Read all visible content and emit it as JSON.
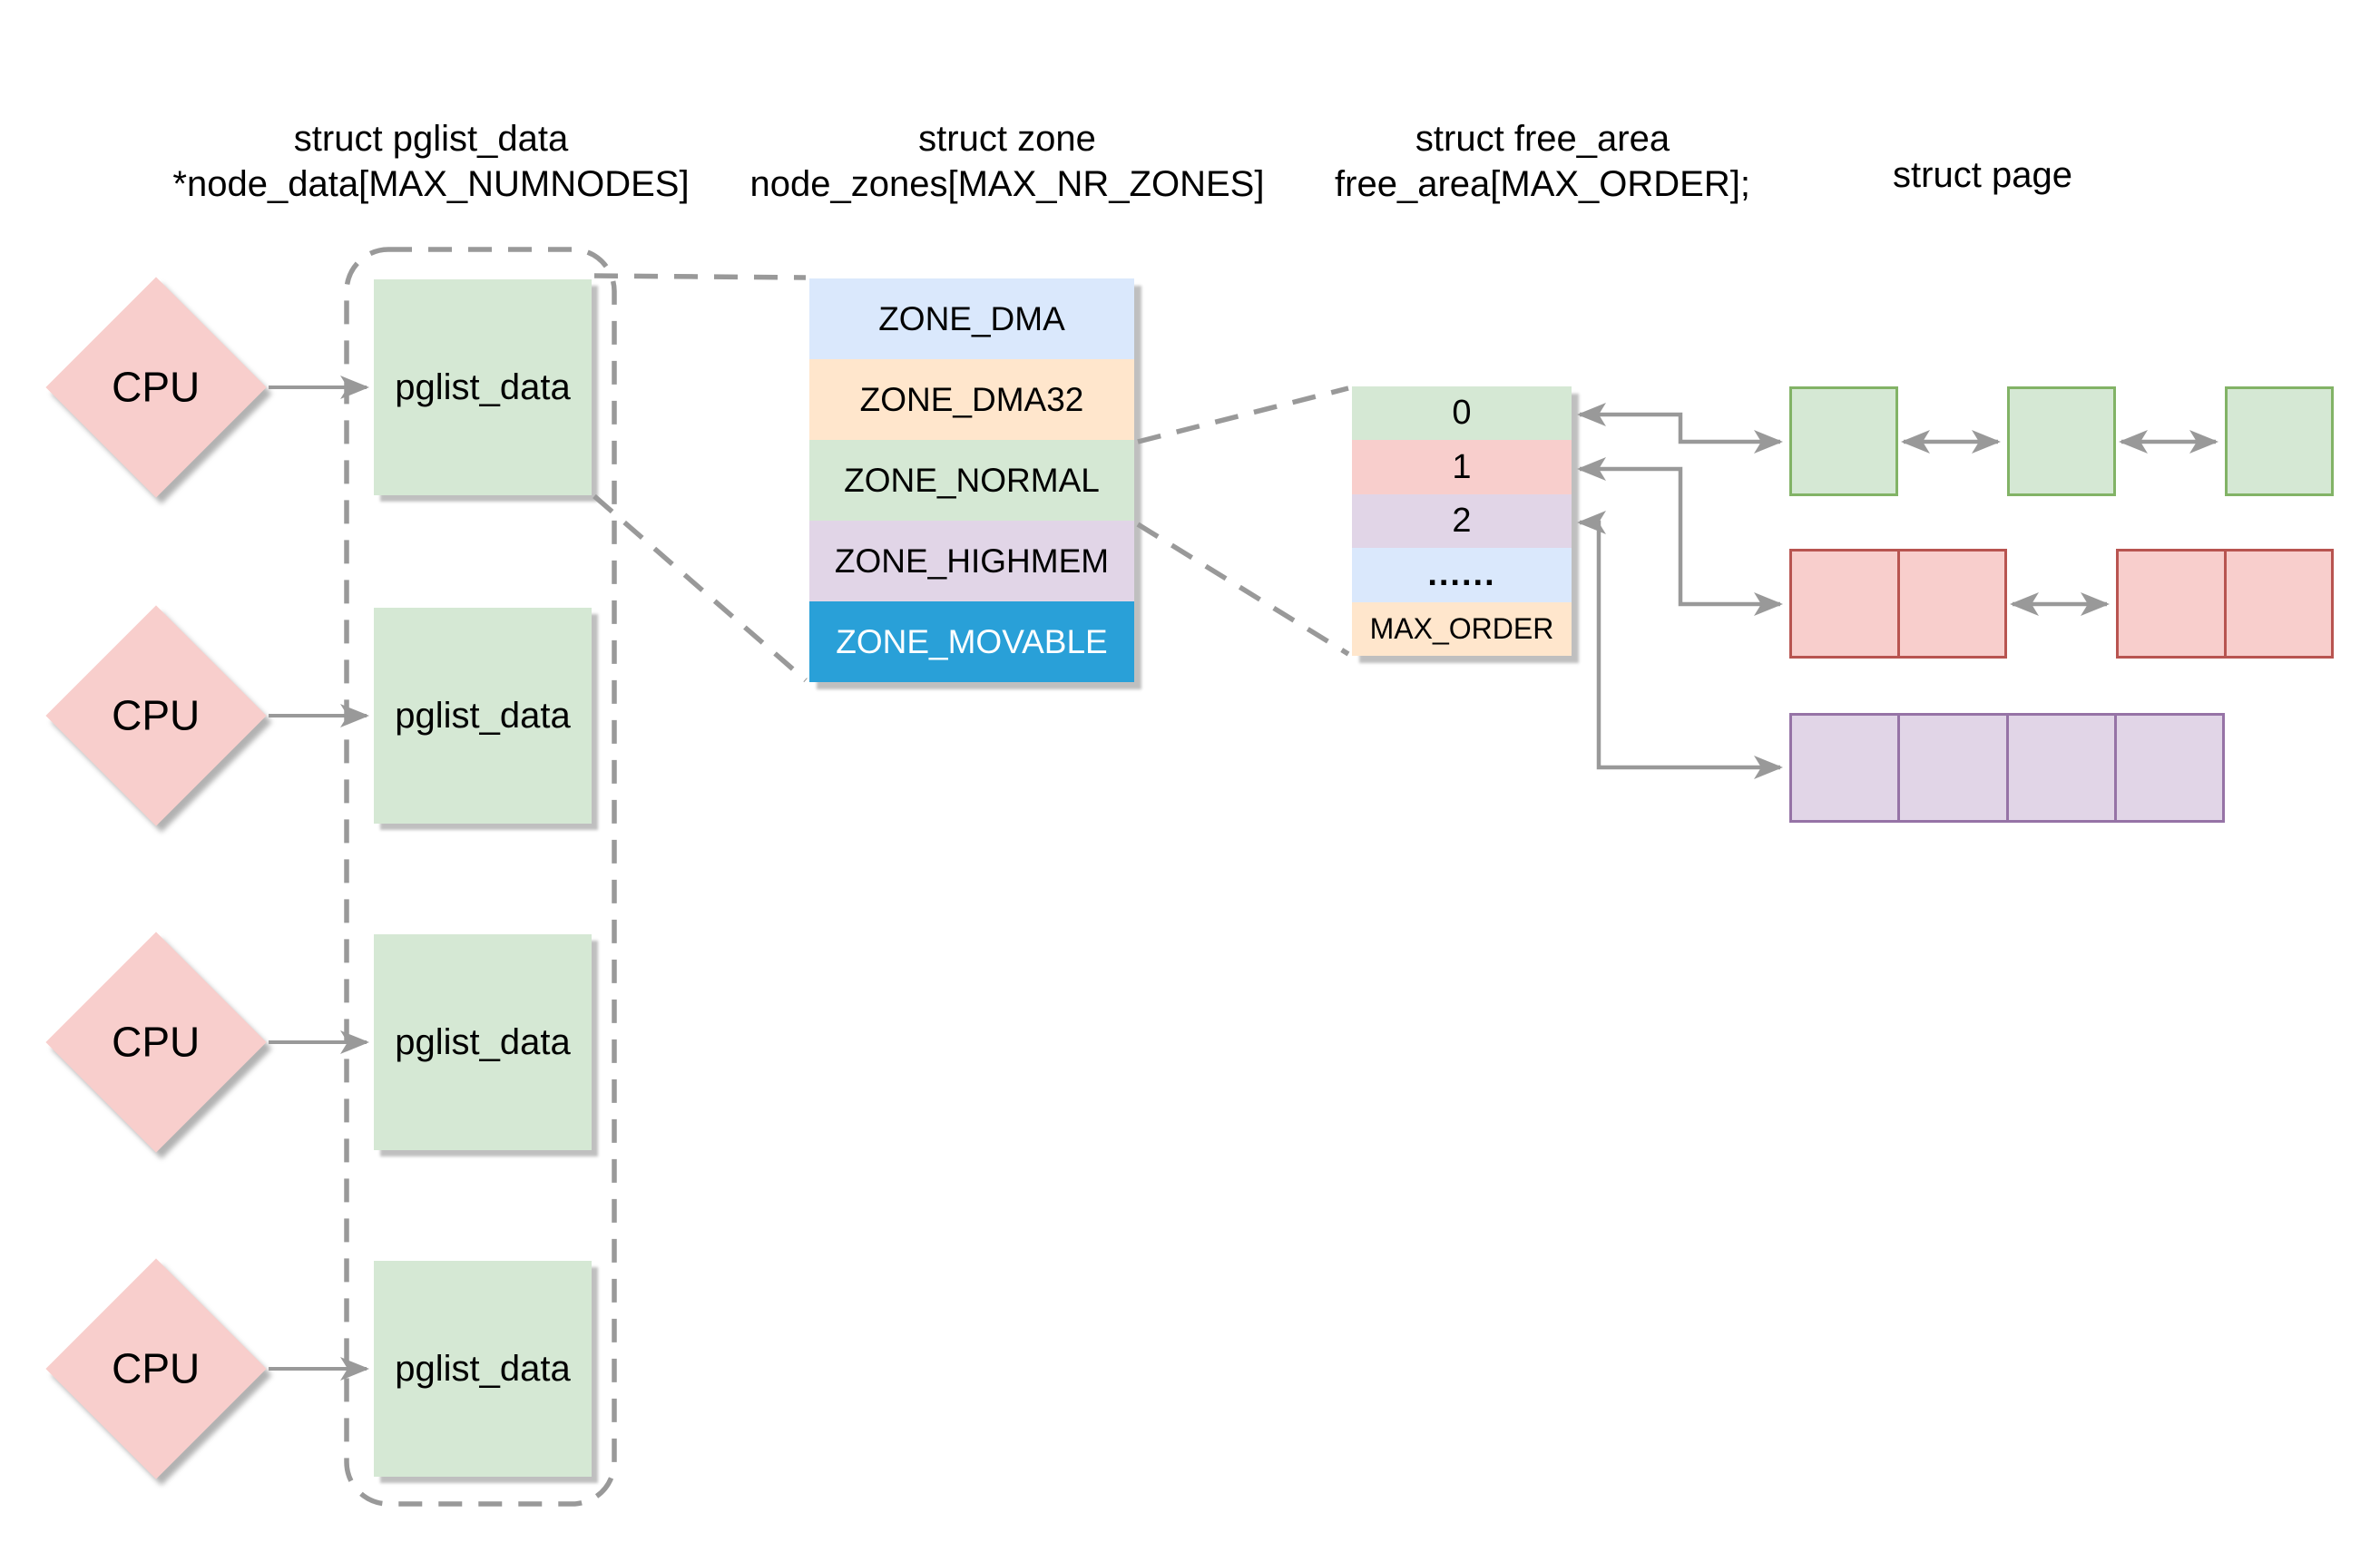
{
  "canvas": {
    "background": "#ffffff"
  },
  "headers": {
    "pglist": {
      "line1": "struct pglist_data",
      "line2": "*node_data[MAX_NUMNODES]"
    },
    "zone": {
      "line1": "struct zone",
      "line2": "node_zones[MAX_NR_ZONES]"
    },
    "free_area": {
      "line1": "struct free_area",
      "line2": "free_area[MAX_ORDER];"
    },
    "page": {
      "line1": "struct page"
    }
  },
  "cpus": [
    {
      "label": "CPU"
    },
    {
      "label": "CPU"
    },
    {
      "label": "CPU"
    },
    {
      "label": "CPU"
    }
  ],
  "pglist_nodes": [
    {
      "label": "pglist_data"
    },
    {
      "label": "pglist_data"
    },
    {
      "label": "pglist_data"
    },
    {
      "label": "pglist_data"
    }
  ],
  "zones": [
    {
      "label": "ZONE_DMA",
      "fill": "#dae8fc",
      "text": "#000000"
    },
    {
      "label": "ZONE_DMA32",
      "fill": "#ffe6cc",
      "text": "#000000"
    },
    {
      "label": "ZONE_NORMAL",
      "fill": "#d5e8d4",
      "text": "#000000"
    },
    {
      "label": "ZONE_HIGHMEM",
      "fill": "#e1d5e7",
      "text": "#000000"
    },
    {
      "label": "ZONE_MOVABLE",
      "fill": "#29a0d8",
      "text": "#ffffff"
    }
  ],
  "free_area_rows": [
    {
      "label": "0",
      "fill": "#d5e8d4"
    },
    {
      "label": "1",
      "fill": "#f8cecc"
    },
    {
      "label": "2",
      "fill": "#e1d5e7"
    },
    {
      "label": "......",
      "fill": "#dae8fc"
    },
    {
      "label": "MAX_ORDER",
      "fill": "#ffe6cc"
    }
  ],
  "page_blocks": {
    "order0": {
      "cells": 1,
      "count": 3,
      "fill": "#d5e8d4",
      "stroke": "#82b366"
    },
    "order1": {
      "cells": 2,
      "count": 2,
      "fill": "#f8cecc",
      "stroke": "#b85450"
    },
    "order2": {
      "cells": 4,
      "count": 1,
      "fill": "#e1d5e7",
      "stroke": "#9673a6"
    }
  },
  "colors": {
    "cpu_fill": "#f8cecc",
    "node_fill": "#d5e8d4",
    "connector": "#999999",
    "dashed_line": "#999999"
  }
}
